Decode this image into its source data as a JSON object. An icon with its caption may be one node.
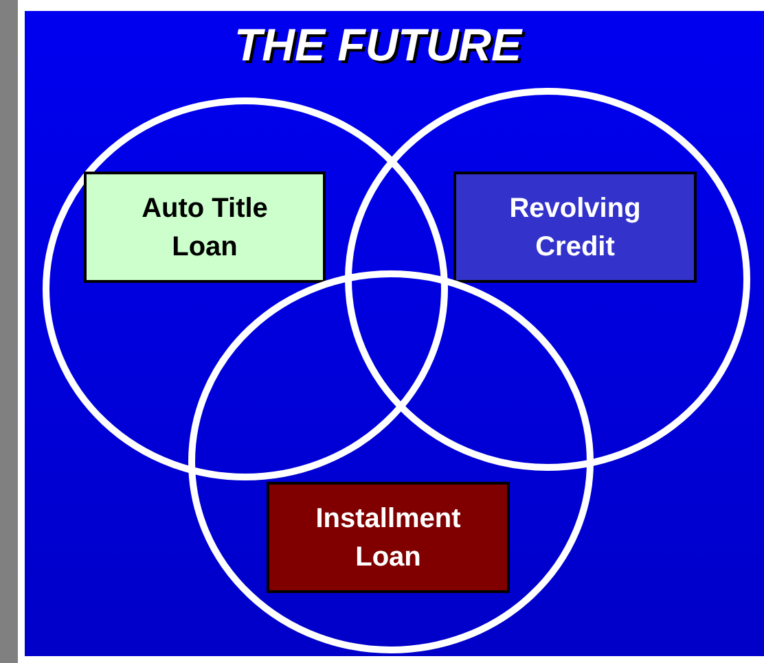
{
  "diagram": {
    "title": "THE FUTURE",
    "nodes": [
      {
        "text": [],
        "shape": "circle"
      },
      {
        "text": [],
        "shape": "circle"
      },
      {
        "text": [],
        "shape": "circle"
      },
      {
        "text": [
          "Auto Title Loan"
        ],
        "in": 0
      },
      {
        "text": [
          "Revolving Credit"
        ],
        "in": 1
      },
      {
        "text": [
          "Installment Loan"
        ],
        "in": 2
      }
    ],
    "edges": []
  }
}
